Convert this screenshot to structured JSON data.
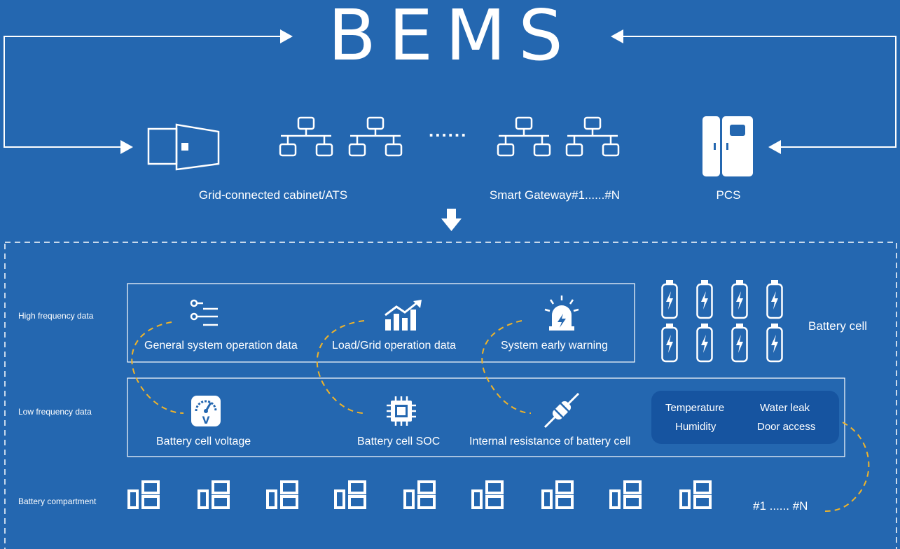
{
  "title": "BEMS",
  "top_labels": {
    "cabinet": "Grid-connected cabinet/ATS",
    "gateway": "Smart Gateway#1......#N",
    "pcs": "PCS",
    "ellipsis": "......"
  },
  "row_labels": {
    "high": "High frequency data",
    "low": "Low frequency data",
    "compartment": "Battery compartment"
  },
  "high_items": [
    {
      "label": "General system operation data",
      "icon": "settings-list-icon"
    },
    {
      "label": "Load/Grid operation data",
      "icon": "bar-chart-trend-icon"
    },
    {
      "label": "System early warning",
      "icon": "alarm-siren-icon"
    }
  ],
  "low_items": [
    {
      "label": "Battery cell voltage",
      "icon": "voltmeter-icon"
    },
    {
      "label": "Battery cell SOC",
      "icon": "chip-icon"
    },
    {
      "label": "Internal resistance of battery cell",
      "icon": "resistor-icon"
    }
  ],
  "sensors": {
    "temperature": "Temperature",
    "water_leak": "Water leak",
    "humidity": "Humidity",
    "door_access": "Door access"
  },
  "battery_cell_label": "Battery cell",
  "compartment_range": "#1 ...... #N",
  "colors": {
    "background": "#2467b0",
    "foreground": "#ffffff",
    "connector": "#f0b429",
    "sensor_box": "#1654a0"
  }
}
